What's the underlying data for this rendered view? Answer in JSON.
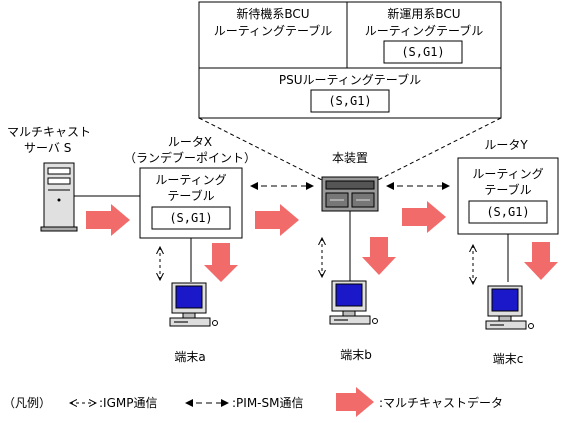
{
  "bcu_table": {
    "standby_title": "新待機系BCU",
    "standby_sub": "ルーティングテーブル",
    "active_title": "新運用系BCU",
    "active_sub": "ルーティングテーブル",
    "active_entry": "(S,G1)"
  },
  "psu_table": {
    "title": "PSUルーティングテーブル",
    "entry": "(S,G1)"
  },
  "server": {
    "label1": "マルチキャスト",
    "label2": "サーバ S"
  },
  "router_x": {
    "name": "ルータX",
    "role": "（ランデブーポイント）",
    "table1": "ルーティング",
    "table2": "テーブル",
    "entry": "(S,G1)"
  },
  "device": {
    "label": "本装置"
  },
  "router_y": {
    "name": "ルータY",
    "table1": "ルーティング",
    "table2": "テーブル",
    "entry": "(S,G1)"
  },
  "terminals": {
    "a": "端末a",
    "b": "端末b",
    "c": "端末c"
  },
  "legend": {
    "prefix": "（凡例）",
    "igmp": ":IGMP通信",
    "pim": ":PIM-SM通信",
    "multicast": ":マルチキャストデータ"
  },
  "colors": {
    "arrow_fill": "#f26b6b",
    "screen": "#1a18c8",
    "line": "#000000"
  }
}
